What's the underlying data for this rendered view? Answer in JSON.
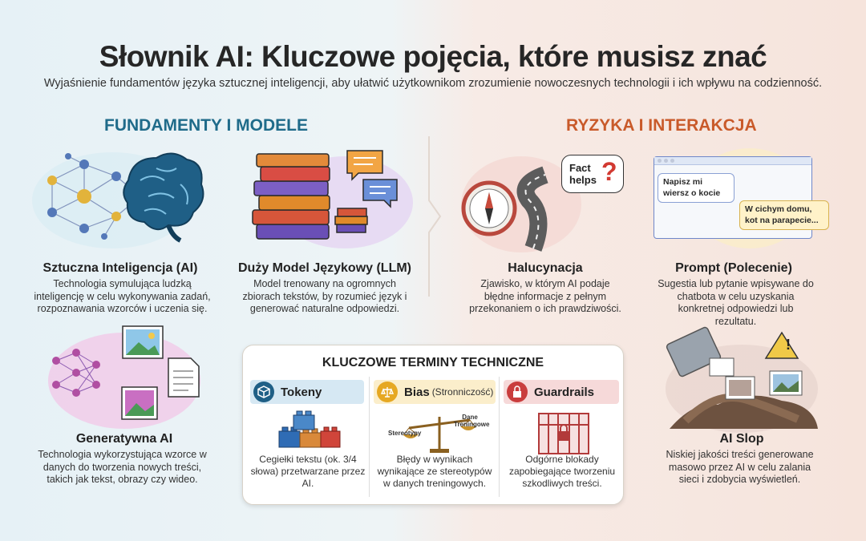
{
  "title": "Słownik AI: Kluczowe pojęcia, które musisz znać",
  "subtitle": "Wyjaśnienie fundamentów języka sztucznej inteligencji, aby ułatwić użytkownikom zrozumienie nowoczesnych technologii i ich wpływu na codzienność.",
  "sections": {
    "left": "FUNDAMENTY I MODELE",
    "right": "RYZYKA I INTERAKCJA"
  },
  "cards": {
    "ai": {
      "title": "Sztuczna Inteligencja (AI)",
      "desc": "Technologia symulująca ludzką inteligencję w celu wykonywania zadań, rozpoznawania wzorców i uczenia się."
    },
    "llm": {
      "title": "Duży Model Językowy (LLM)",
      "desc": "Model trenowany na ogromnych zbiorach tekstów, by rozumieć język i generować naturalne odpowiedzi."
    },
    "hallucination": {
      "title": "Halucynacja",
      "desc": "Zjawisko, w którym AI podaje błędne informacje z pełnym przekonaniem o ich prawdziwości.",
      "bubble": "Fact helps",
      "question": "?"
    },
    "prompt": {
      "title": "Prompt (Polecenie)",
      "desc": "Sugestia lub pytanie wpisywane do chatbota w celu uzyskania konkretnej odpowiedzi lub rezultatu.",
      "user_msg": "Napisz mi wiersz o kocie",
      "ai_msg": "W cichym domu, kot na parapecie..."
    },
    "genai": {
      "title": "Generatywna AI",
      "desc": "Technologia wykorzystująca wzorce w danych do tworzenia nowych treści, takich jak tekst, obrazy czy wideo."
    },
    "slop": {
      "title": "AI Slop",
      "desc": "Niskiej jakości treści generowane masowo przez AI w celu zalania sieci i zdobycia wyświetleń.",
      "warning": "!"
    }
  },
  "key_terms": {
    "title": "KLUCZOWE TERMINY TECHNICZNE",
    "tokens": {
      "label": "Tokeny",
      "desc": "Cegiełki tekstu (ok. 3/4 słowa) przetwarzane przez AI."
    },
    "bias": {
      "label": "Bias",
      "sub": "(Stronniczość)",
      "scale_left": "Stereotypy",
      "scale_right": "Dane Treningowe",
      "desc": "Błędy w wynikach wynikające ze stereotypów w danych treningowych."
    },
    "guardrails": {
      "label": "Guardrails",
      "desc": "Odgórne blokady zapobiegające tworzeniu szkodliwych treści."
    }
  },
  "colors": {
    "left_heading": "#1f6b8a",
    "right_heading": "#c95a2a",
    "tokens_head": "#d6e8f3",
    "bias_head": "#fbeecb",
    "guardrails_head": "#f6d9d9"
  }
}
